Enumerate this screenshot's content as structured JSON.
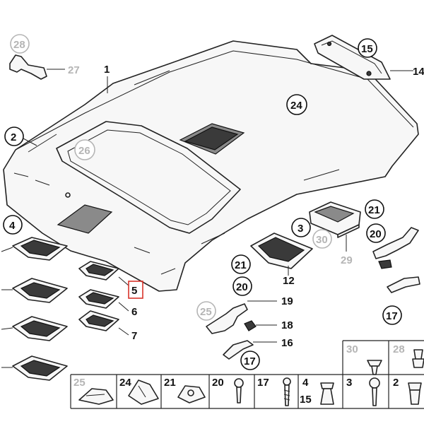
{
  "diagram": {
    "labels": {
      "l1": "1",
      "l2": "2",
      "l3": "3",
      "l4": "4",
      "l5": "5",
      "l6": "6",
      "l7": "7",
      "l12": "12",
      "l14": "14",
      "l15": "15",
      "l16": "16",
      "l17": "17",
      "l17b": "17",
      "l18": "18",
      "l19": "19",
      "l20": "20",
      "l20b": "20",
      "l21": "21",
      "l21b": "21",
      "l24": "24",
      "l25": "25",
      "l26": "26",
      "l27": "27",
      "l28": "28",
      "l29": "29",
      "l30": "30"
    },
    "grid": {
      "c25": "25",
      "c24": "24",
      "c21": "21",
      "c20": "20",
      "c17": "17",
      "c4": "4",
      "c15": "15",
      "c3": "3",
      "c2": "2",
      "c30": "30",
      "c28": "28"
    },
    "colors": {
      "highlight": "#d9342b",
      "inactive": "#b5b5b5",
      "line": "#222222"
    }
  }
}
